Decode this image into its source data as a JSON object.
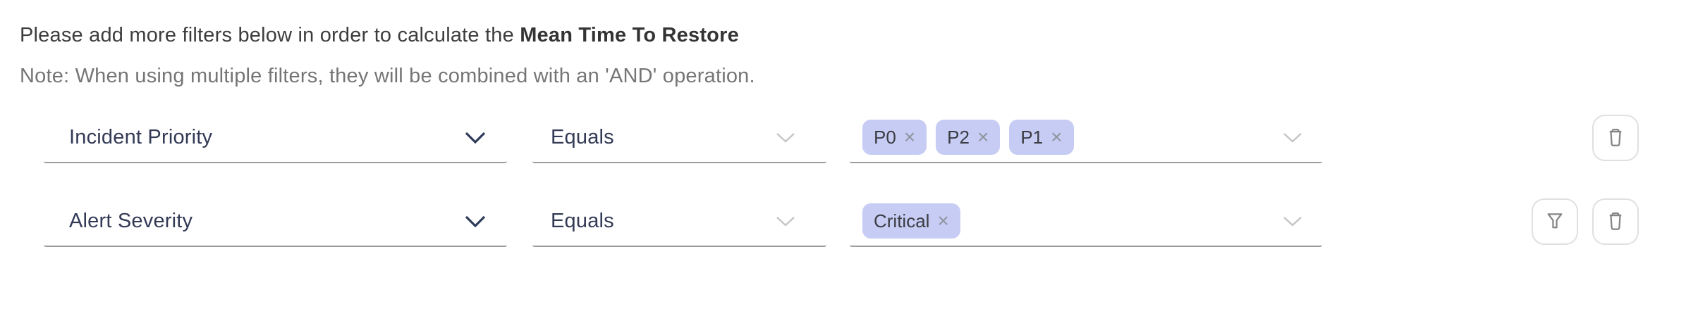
{
  "header": {
    "intro_text": "Please add more filters below in order to calculate the ",
    "metric_name": "Mean Time To Restore",
    "note_text": "Note: When using multiple filters, they will be combined with an 'AND' operation."
  },
  "filter_rows": [
    {
      "field": "Incident Priority",
      "operator": "Equals",
      "values": [
        "P0",
        "P2",
        "P1"
      ]
    },
    {
      "field": "Alert Severity",
      "operator": "Equals",
      "values": [
        "Critical"
      ]
    }
  ],
  "icons": {
    "chip_remove_glyph": "×",
    "row_icons": [
      "chevron-down-icon",
      "funnel-filter-icon",
      "trash-icon"
    ]
  },
  "colors": {
    "chip_background": "#c6ccf4",
    "field_text": "#333a56",
    "underline": "#9c9c9c",
    "note_text": "#757575",
    "icon_gray": "#858585",
    "chevron_light": "#c4c4c4",
    "button_border": "#e0e0e0"
  }
}
